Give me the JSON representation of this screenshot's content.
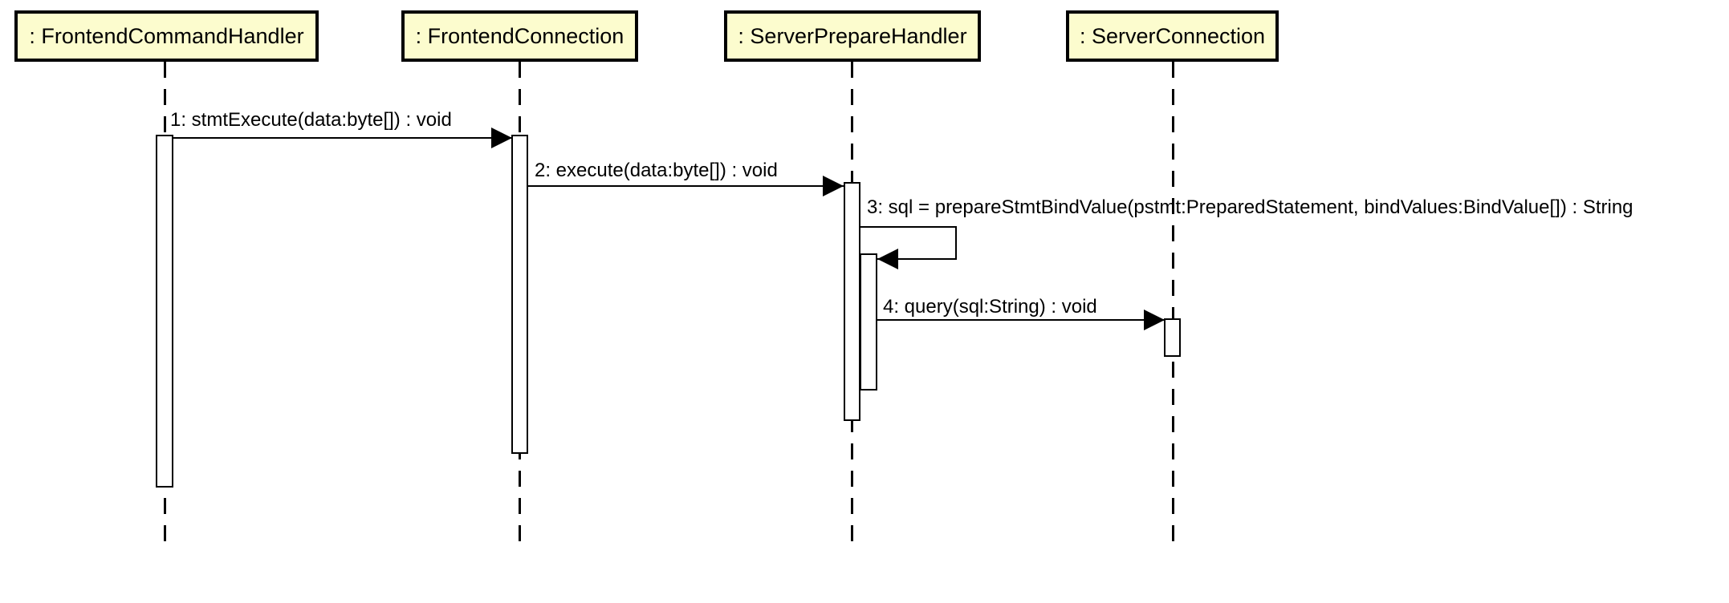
{
  "diagram_type": "uml-sequence-diagram",
  "colors": {
    "header_fill": "#FCFCCE",
    "line": "#000000",
    "activation_fill": "#FFFFFF",
    "background": "#FFFFFF"
  },
  "lifelines": [
    {
      "label": ": FrontendCommandHandler"
    },
    {
      "label": ": FrontendConnection"
    },
    {
      "label": ": ServerPrepareHandler"
    },
    {
      "label": ": ServerConnection"
    }
  ],
  "messages": [
    {
      "label": "1: stmtExecute(data:byte[]) : void",
      "from": ": FrontendCommandHandler",
      "to": ": FrontendConnection",
      "type": "call"
    },
    {
      "label": "2: execute(data:byte[]) : void",
      "from": ": FrontendConnection",
      "to": ": ServerPrepareHandler",
      "type": "call"
    },
    {
      "label": "3: sql = prepareStmtBindValue(pstmt:PreparedStatement, bindValues:BindValue[]) : String",
      "from": ": ServerPrepareHandler",
      "to": ": ServerPrepareHandler",
      "type": "self-call"
    },
    {
      "label": "4: query(sql:String) : void",
      "from": ": ServerPrepareHandler",
      "to": ": ServerConnection",
      "type": "call"
    }
  ]
}
